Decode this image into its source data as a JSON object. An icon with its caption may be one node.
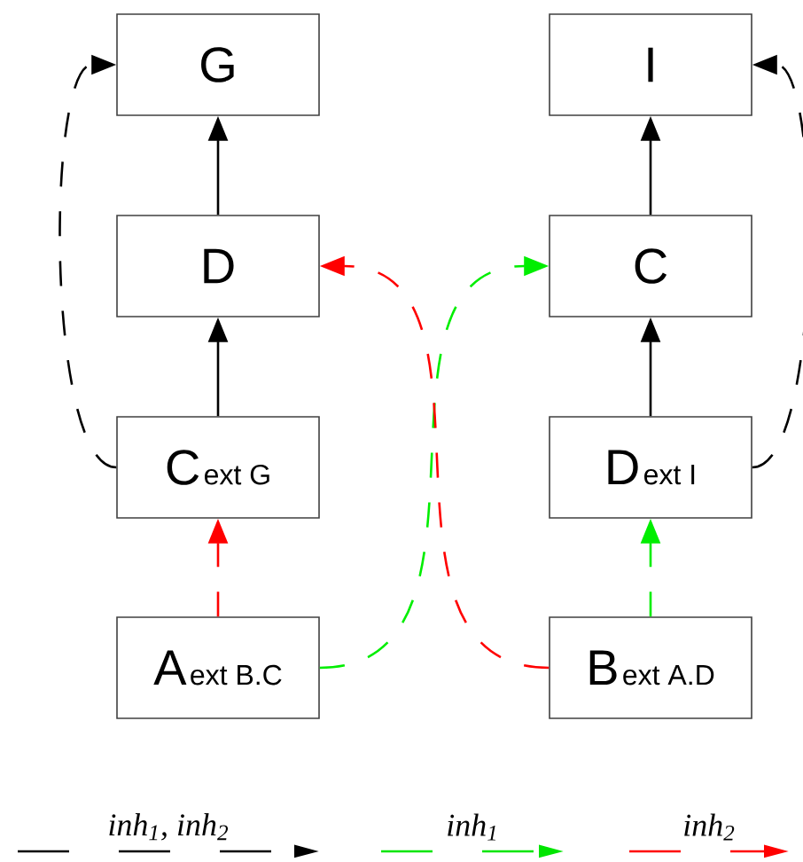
{
  "diagram": {
    "nodes": [
      {
        "text": [
          "G"
        ]
      },
      {
        "text": [
          "I"
        ]
      },
      {
        "text": [
          "D"
        ]
      },
      {
        "text": [
          "C"
        ]
      },
      {
        "text": [
          "C",
          "ext G"
        ]
      },
      {
        "text": [
          "D",
          "ext I"
        ]
      },
      {
        "text": [
          "A",
          "ext B.C"
        ]
      },
      {
        "text": [
          "B",
          "ext A.D"
        ]
      }
    ],
    "edges": [
      {
        "from": 2,
        "to": 0,
        "arrow": "to"
      },
      {
        "from": 3,
        "to": 1,
        "arrow": "to"
      },
      {
        "from": 4,
        "to": 2,
        "arrow": "to"
      },
      {
        "from": 5,
        "to": 3,
        "arrow": "to"
      },
      {
        "from": 4,
        "to": 0,
        "arrow": "to",
        "style": "dashed"
      },
      {
        "from": 5,
        "to": 1,
        "arrow": "to",
        "style": "dashed"
      },
      {
        "from": 6,
        "to": 4,
        "arrow": "to",
        "style": "dashed",
        "color": "#ff0000"
      },
      {
        "from": 6,
        "to": 3,
        "arrow": "to",
        "style": "dashed",
        "color": "#00ee00"
      },
      {
        "from": 7,
        "to": 2,
        "arrow": "to",
        "style": "dashed",
        "color": "#ff0000"
      },
      {
        "from": 7,
        "to": 5,
        "arrow": "to",
        "style": "dashed",
        "color": "#00ee00"
      }
    ],
    "legend": [
      {
        "text": "inh$_{1}$, inh$_{2}$"
      },
      {
        "text": "inh$_{1}$"
      },
      {
        "text": "inh$_{2}$"
      }
    ]
  }
}
